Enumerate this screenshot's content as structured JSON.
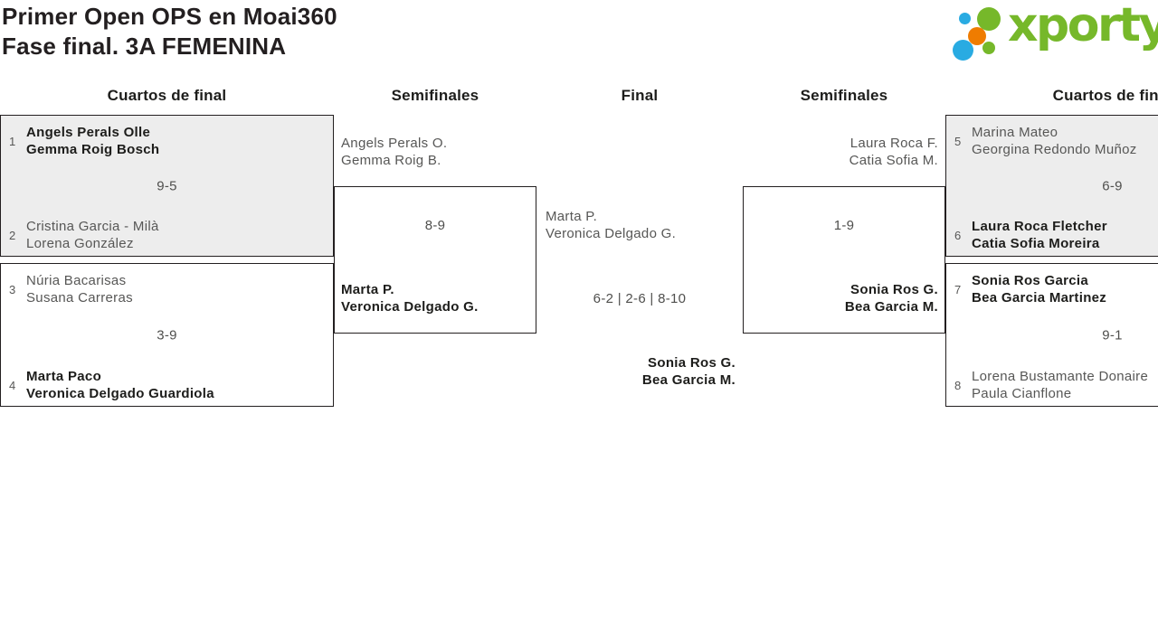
{
  "title": {
    "line1": "Primer Open OPS en Moai360",
    "line2": "Fase final. 3A FEMENINA"
  },
  "logo": {
    "text": "xporty"
  },
  "colors": {
    "brand_green": "#76b82a",
    "brand_blue": "#29abe2",
    "brand_orange": "#ef7c00",
    "box_shaded_bg": "#ededed",
    "box_border": "#231f20",
    "name_regular": "#575756",
    "name_winner": "#1d1d1b"
  },
  "round_headers": {
    "qf_left": "Cuartos de final",
    "sf_left": "Semifinales",
    "final": "Final",
    "sf_right": "Semifinales",
    "qf_right": "Cuartos de final"
  },
  "matches": {
    "qf1": {
      "seed_a": "1",
      "team_a": [
        "Angels Perals Olle",
        "Gemma Roig Bosch"
      ],
      "score": "9-5",
      "seed_b": "2",
      "team_b": [
        "Cristina Garcia - Milà",
        "Lorena González"
      ],
      "winner": "a"
    },
    "qf2": {
      "seed_a": "3",
      "team_a": [
        "Núria Bacarisas",
        "Susana Carreras"
      ],
      "score": "3-9",
      "seed_b": "4",
      "team_b": [
        "Marta Paco",
        "Veronica Delgado Guardiola"
      ],
      "winner": "b"
    },
    "sf1": {
      "team_a": [
        "Angels Perals O.",
        "Gemma Roig B."
      ],
      "score": "8-9",
      "team_b": [
        "Marta P.",
        "Veronica Delgado G."
      ],
      "winner": "b"
    },
    "final": {
      "team_a": [
        "Marta P.",
        "Veronica Delgado G."
      ],
      "score": "6-2 | 2-6 | 8-10",
      "team_b": [
        "Sonia Ros G.",
        "Bea Garcia M."
      ],
      "winner": "b"
    },
    "sf2": {
      "team_a": [
        "Laura Roca F.",
        "Catia Sofia M."
      ],
      "score": "1-9",
      "team_b": [
        "Sonia Ros G.",
        "Bea Garcia M."
      ],
      "winner": "b"
    },
    "qf3": {
      "seed_a": "5",
      "team_a": [
        "Marina Mateo",
        "Georgina Redondo Muñoz"
      ],
      "score": "6-9",
      "seed_b": "6",
      "team_b": [
        "Laura Roca Fletcher",
        "Catia Sofia Moreira"
      ],
      "winner": "b"
    },
    "qf4": {
      "seed_a": "7",
      "team_a": [
        "Sonia Ros Garcia",
        "Bea Garcia Martinez"
      ],
      "score": "9-1",
      "seed_b": "8",
      "team_b": [
        "Lorena Bustamante Donaire",
        "Paula Cianflone"
      ],
      "winner": "a"
    }
  }
}
